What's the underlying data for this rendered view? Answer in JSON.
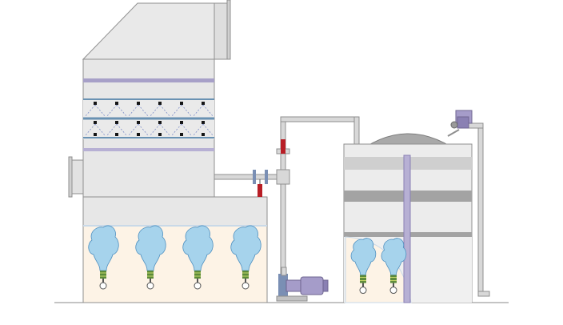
{
  "diagram": {
    "kind": "wet scrubber process schematic (no printed text)",
    "colors": {
      "shell": "#e6e6e6",
      "shell_dark": "#c9c9c9",
      "outline": "#8f8f8f",
      "band": "#9d9d9d",
      "spray_band": "#a7a0c8",
      "water_tank": "#fdf3e6",
      "water_line": "#c9d9e8",
      "bubble": "#a6d3ec",
      "bubble_edge": "#4d8fc0",
      "valve_red": "#b81e26",
      "pump_purple": "#a59cc9",
      "pipe": "#d8d8d8",
      "flange_blue": "#7a8fb4",
      "nozzle_green": "#5c8a3a",
      "nozzle_black": "#151515"
    },
    "components": {
      "scrubber_tower": "scrubber-tower",
      "spray_layers": 2,
      "spray_nozzles_per_layer": 6,
      "aeration_heads_main_tank": 4,
      "aeration_heads_side_tank": 2,
      "recirculation_pump": "pump-icon",
      "control_valves": 2,
      "dosing_pump": "dosing-pump-icon"
    }
  }
}
